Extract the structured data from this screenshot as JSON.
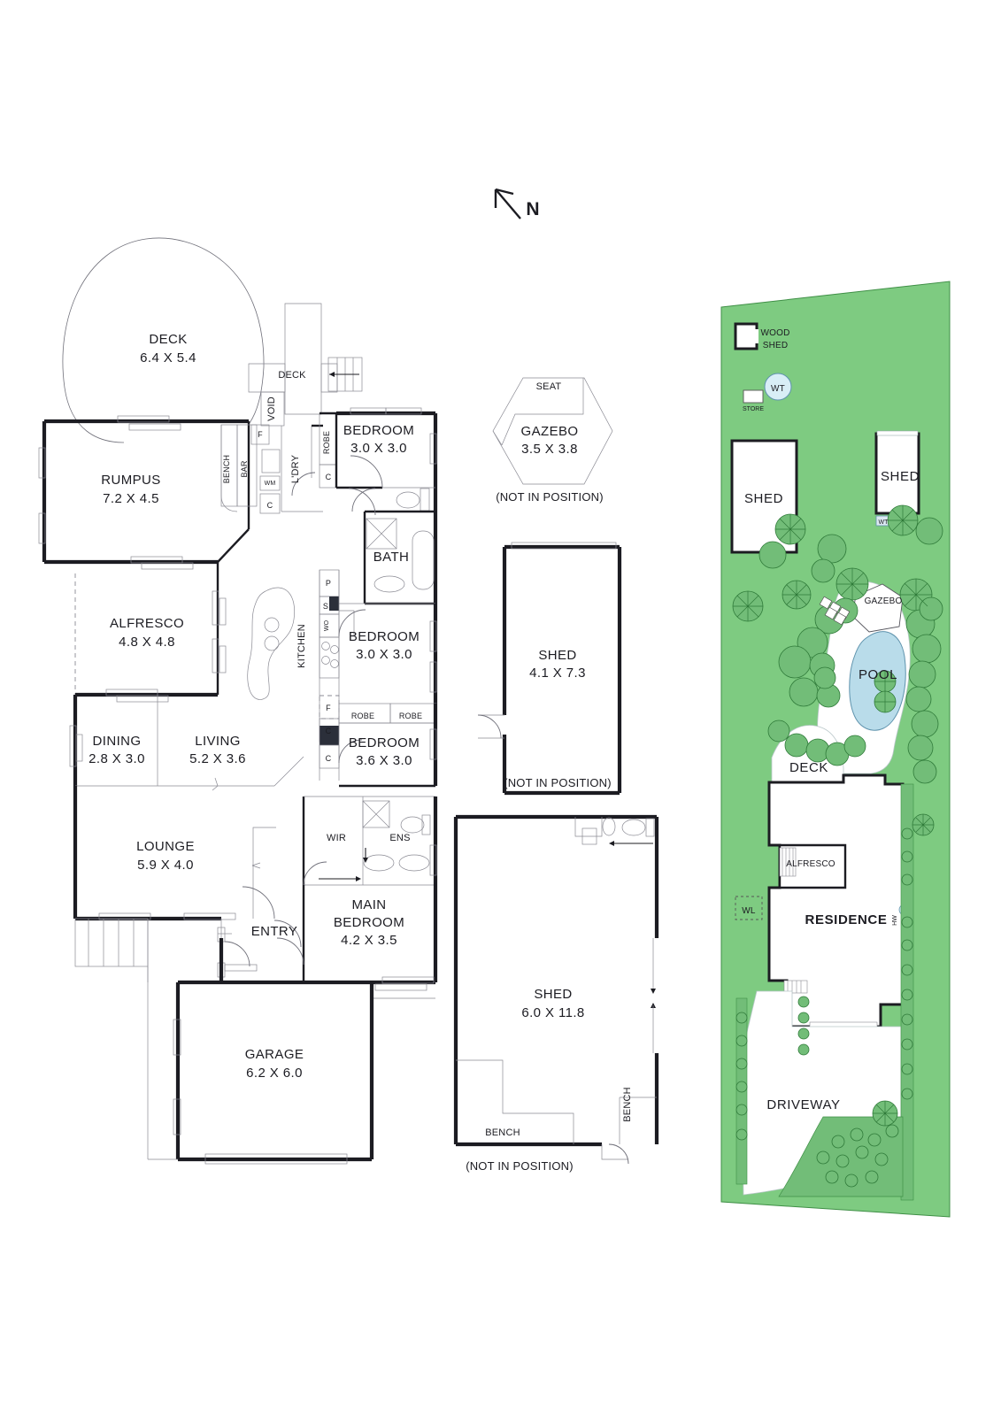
{
  "document": {
    "type": "real-estate-floorplan",
    "north_arrow": {
      "label": "N",
      "direction": "up-left"
    }
  },
  "floorplan": {
    "rooms": [
      {
        "id": "deck-main",
        "name": "DECK",
        "dim": "6.4 X 5.4"
      },
      {
        "id": "deck-small",
        "name": "DECK",
        "dim": ""
      },
      {
        "id": "rumpus",
        "name": "RUMPUS",
        "dim": "7.2 X 4.5"
      },
      {
        "id": "alfresco",
        "name": "ALFRESCO",
        "dim": "4.8 X 4.8"
      },
      {
        "id": "dining",
        "name": "DINING",
        "dim": "2.8 X 3.0"
      },
      {
        "id": "living",
        "name": "LIVING",
        "dim": "5.2 X 3.6"
      },
      {
        "id": "lounge",
        "name": "LOUNGE",
        "dim": "5.9 X 4.0"
      },
      {
        "id": "garage",
        "name": "GARAGE",
        "dim": "6.2 X 6.0"
      },
      {
        "id": "entry",
        "name": "ENTRY",
        "dim": ""
      },
      {
        "id": "bedroom-2",
        "name": "BEDROOM",
        "dim": "3.0 X 3.0"
      },
      {
        "id": "bedroom-3",
        "name": "BEDROOM",
        "dim": "3.0 X 3.0"
      },
      {
        "id": "bedroom-4",
        "name": "BEDROOM",
        "dim": "3.6 X 3.0"
      },
      {
        "id": "main-bedroom",
        "name_line1": "MAIN",
        "name_line2": "BEDROOM",
        "dim": "4.2 X 3.5"
      },
      {
        "id": "bath",
        "name": "BATH",
        "dim": ""
      },
      {
        "id": "ens",
        "name": "ENS",
        "dim": ""
      },
      {
        "id": "wir",
        "name": "WIR",
        "dim": ""
      },
      {
        "id": "kitchen",
        "name": "KITCHEN",
        "dim": ""
      },
      {
        "id": "laundry",
        "name": "L'DRY",
        "dim": ""
      },
      {
        "id": "void",
        "name": "VOID",
        "dim": ""
      }
    ],
    "fixture_labels": {
      "bench": "BENCH",
      "bar": "BAR",
      "washing_machine": "WM",
      "cupboard": "C",
      "fridge": "F",
      "pantry": "P",
      "sink": "S",
      "wall_oven": "WO",
      "robe": "ROBE",
      "robe_2": "ROBE",
      "robe_vertical": "ROBE"
    }
  },
  "outbuildings": {
    "gazebo": {
      "name": "GAZEBO",
      "dim": "3.5 X 3.8",
      "seat_label": "SEAT",
      "note": "(NOT IN POSITION)"
    },
    "shed_small": {
      "name": "SHED",
      "dim": "4.1 X 7.3",
      "note": "(NOT IN POSITION)"
    },
    "shed_large": {
      "name": "SHED",
      "dim": "6.0 X 11.8",
      "note": "(NOT IN POSITION)",
      "bench_bottom": "BENCH",
      "bench_right": "BENCH"
    }
  },
  "siteplan": {
    "labels": {
      "wood_shed_line1": "WOOD",
      "wood_shed_line2": "SHED",
      "water_tank_1": "WT",
      "store": "STORE",
      "shed_left": "SHED",
      "shed_right": "SHED",
      "water_tank_2": "WT",
      "gazebo": "GAZEBO",
      "pool": "POOL",
      "deck": "DECK",
      "alfresco": "ALFRESCO",
      "residence": "RESIDENCE",
      "water_line": "WL",
      "hot_water": "HW",
      "driveway": "DRIVEWAY"
    },
    "colors": {
      "lawn": "#7ecb81",
      "lawn_edge": "#3f8f46",
      "pool_water": "#b9dcea",
      "pool_edge": "#5f93ad",
      "tree": "#72bd78",
      "building_outline": "#1c1c22"
    }
  }
}
